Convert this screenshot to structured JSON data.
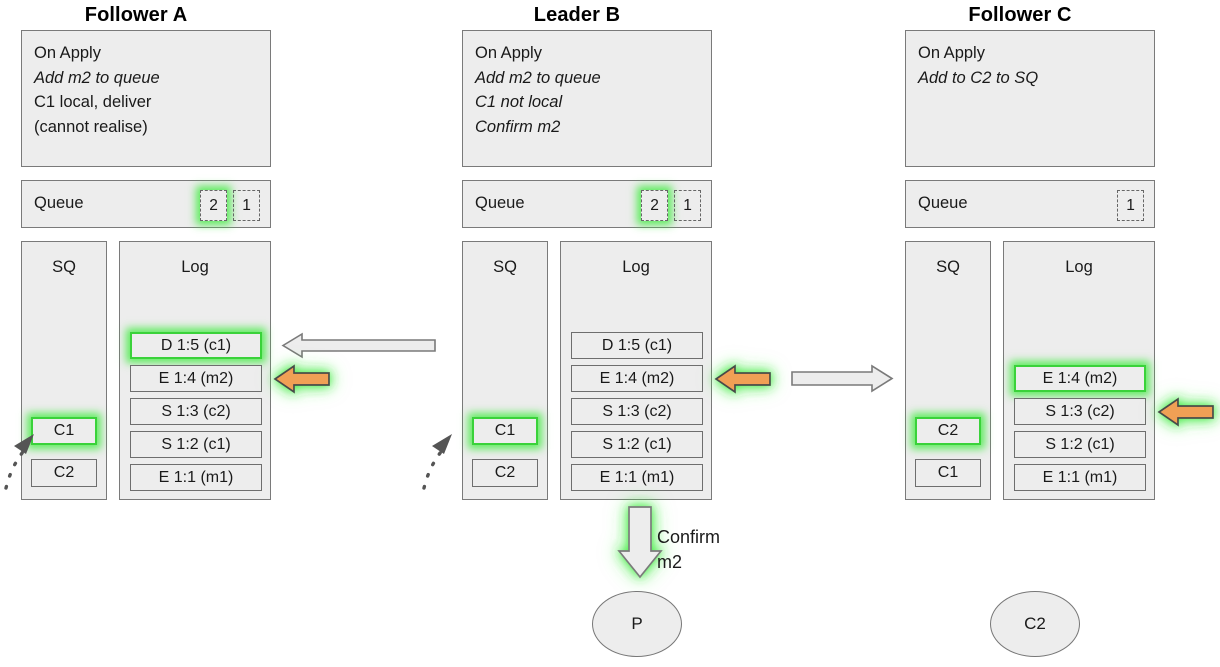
{
  "diagram": {
    "title_font_color": "#000000",
    "accent_green": "#3ad23a",
    "accent_orange": "#f0a055",
    "panel_fill": "#ededed",
    "panel_border": "#7a7a7a"
  },
  "columns": [
    {
      "id": "follower-a",
      "title": "Follower A",
      "apply": {
        "lines": [
          {
            "text": "On Apply",
            "italic": false
          },
          {
            "text": "Add m2 to queue",
            "italic": true
          },
          {
            "text": "C1 local, deliver",
            "italic": false
          },
          {
            "text": "(cannot realise)",
            "italic": false
          }
        ]
      },
      "queue": {
        "label": "Queue",
        "slots": [
          {
            "value": "2",
            "highlighted": true
          },
          {
            "value": "1",
            "highlighted": false
          }
        ]
      },
      "sq": {
        "title": "SQ",
        "entries": [
          {
            "value": "C1",
            "highlighted": true
          },
          {
            "value": "C2",
            "highlighted": false
          }
        ]
      },
      "log": {
        "title": "Log",
        "entries": [
          {
            "value": "D 1:5 (c1)",
            "highlighted": true
          },
          {
            "value": "E 1:4 (m2)",
            "highlighted": false
          },
          {
            "value": "S 1:3 (c2)",
            "highlighted": false
          },
          {
            "value": "S 1:2 (c1)",
            "highlighted": false
          },
          {
            "value": "E 1:1 (m1)",
            "highlighted": false
          }
        ]
      }
    },
    {
      "id": "leader-b",
      "title": "Leader B",
      "apply": {
        "lines": [
          {
            "text": "On Apply",
            "italic": false
          },
          {
            "text": "Add m2 to queue",
            "italic": true
          },
          {
            "text": "C1 not local",
            "italic": true
          },
          {
            "text": "Confirm m2",
            "italic": true
          }
        ]
      },
      "queue": {
        "label": "Queue",
        "slots": [
          {
            "value": "2",
            "highlighted": true
          },
          {
            "value": "1",
            "highlighted": false
          }
        ]
      },
      "sq": {
        "title": "SQ",
        "entries": [
          {
            "value": "C1",
            "highlighted": true
          },
          {
            "value": "C2",
            "highlighted": false
          }
        ]
      },
      "log": {
        "title": "Log",
        "entries": [
          {
            "value": "D 1:5 (c1)",
            "highlighted": false
          },
          {
            "value": "E 1:4 (m2)",
            "highlighted": false
          },
          {
            "value": "S 1:3 (c2)",
            "highlighted": false
          },
          {
            "value": "S 1:2 (c1)",
            "highlighted": false
          },
          {
            "value": "E 1:1 (m1)",
            "highlighted": false
          }
        ]
      }
    },
    {
      "id": "follower-c",
      "title": "Follower C",
      "apply": {
        "lines": [
          {
            "text": "On Apply",
            "italic": false
          },
          {
            "text": "Add to C2 to SQ",
            "italic": true
          },
          {
            "text": "",
            "italic": false
          },
          {
            "text": "",
            "italic": false
          }
        ]
      },
      "queue": {
        "label": "Queue",
        "slots": [
          {
            "value": "1",
            "highlighted": false
          }
        ]
      },
      "sq": {
        "title": "SQ",
        "entries": [
          {
            "value": "C2",
            "highlighted": true
          },
          {
            "value": "C1",
            "highlighted": false
          }
        ]
      },
      "log": {
        "title": "Log",
        "entries": [
          {
            "value": "E 1:4 (m2)",
            "highlighted": true
          },
          {
            "value": "S 1:3 (c2)",
            "highlighted": false
          },
          {
            "value": "S 1:2 (c1)",
            "highlighted": false
          },
          {
            "value": "E 1:1 (m1)",
            "highlighted": false
          }
        ]
      }
    }
  ],
  "annotations": {
    "confirm_label_line1": "Confirm",
    "confirm_label_line2": "m2",
    "circle_p": "P",
    "circle_c2": "C2"
  }
}
